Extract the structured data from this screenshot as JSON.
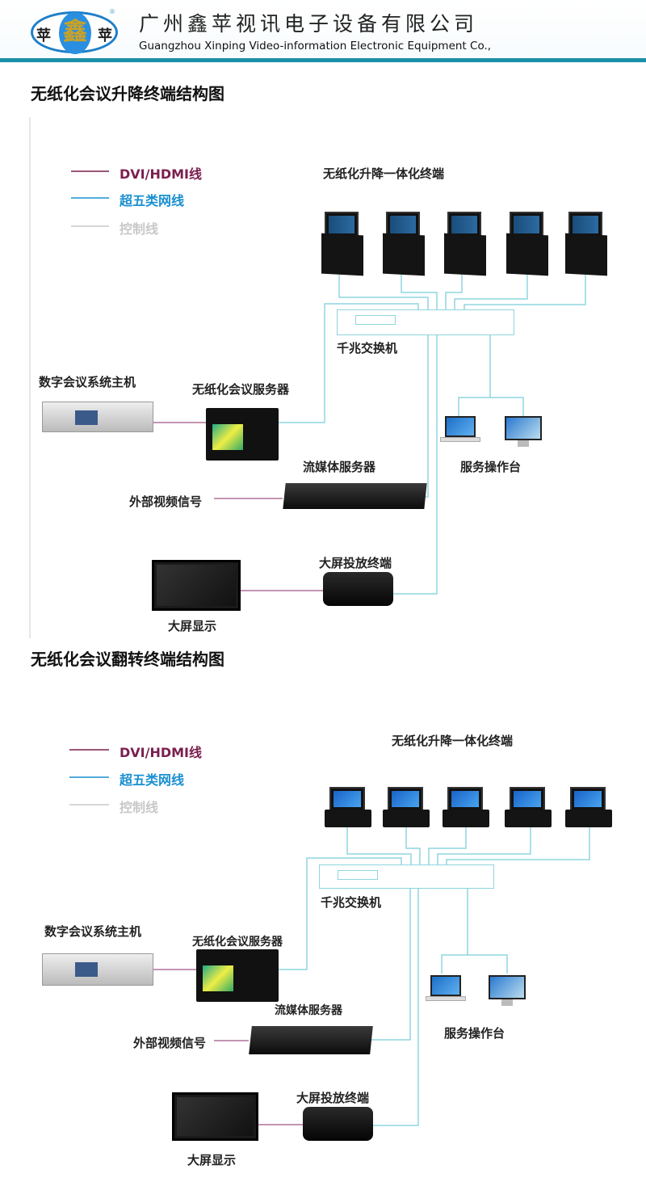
{
  "header": {
    "company_cn": "广州鑫苹视讯电子设备有限公司",
    "company_en": "Guangzhou Xinping Video-information Electronic Equipment Co.,",
    "logo_center": "鑫",
    "logo_side": "苹",
    "registered": "®"
  },
  "legend": {
    "dvi": "DVI/HDMI线",
    "net": "超五类网线",
    "ctrl": "控制线"
  },
  "colors": {
    "dvi": "#7a1f4f",
    "net": "#1a8fd0",
    "ctrl": "#c8c8c8",
    "cable": "#8fd5df"
  },
  "sections": [
    {
      "title": "无纸化会议升降终端结构图",
      "terminals": "无纸化升降一体化终端",
      "switch": "千兆交换机",
      "host": "数字会议系统主机",
      "server": "无纸化会议服务器",
      "stream": "流媒体服务器",
      "external": "外部视频信号",
      "console": "服务操作台",
      "screen_terminal": "大屏投放终端",
      "display": "大屏显示"
    },
    {
      "title": "无纸化会议翻转终端结构图",
      "terminals": "无纸化升降一体化终端",
      "switch": "千兆交换机",
      "host": "数字会议系统主机",
      "server": "无纸化会议服务器",
      "stream": "流媒体服务器",
      "external": "外部视频信号",
      "console": "服务操作台",
      "screen_terminal": "大屏投放终端",
      "display": "大屏显示"
    }
  ]
}
